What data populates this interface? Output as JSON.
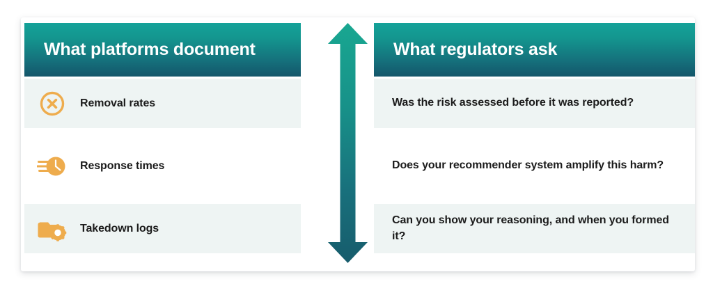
{
  "theme": {
    "header_gradient_top": "#14a299",
    "header_gradient_bottom": "#14566a",
    "row_shade_bg": "#eef4f3",
    "row_plain_bg": "#ffffff",
    "icon_accent": "#eeac4d",
    "text_color": "#1b1b1b",
    "arrow_gradient_top": "#17a08f",
    "arrow_gradient_bottom": "#175d6c",
    "card_bg": "#ffffff",
    "page_bg": "#ffffff"
  },
  "left_column": {
    "header": "What platforms document",
    "rows": [
      {
        "icon": "x-circle-icon",
        "label": "Removal rates"
      },
      {
        "icon": "fast-clock-icon",
        "label": "Response times"
      },
      {
        "icon": "folder-gear-icon",
        "label": "Takedown logs"
      }
    ]
  },
  "center": {
    "icon": "double-headed-vertical-arrow-icon"
  },
  "right_column": {
    "header": "What regulators ask",
    "rows": [
      {
        "question": "Was the risk assessed before it was reported?"
      },
      {
        "question": "Does your recommender system amplify this harm?"
      },
      {
        "question": "Can you show your reasoning, and when you formed it?"
      }
    ]
  }
}
